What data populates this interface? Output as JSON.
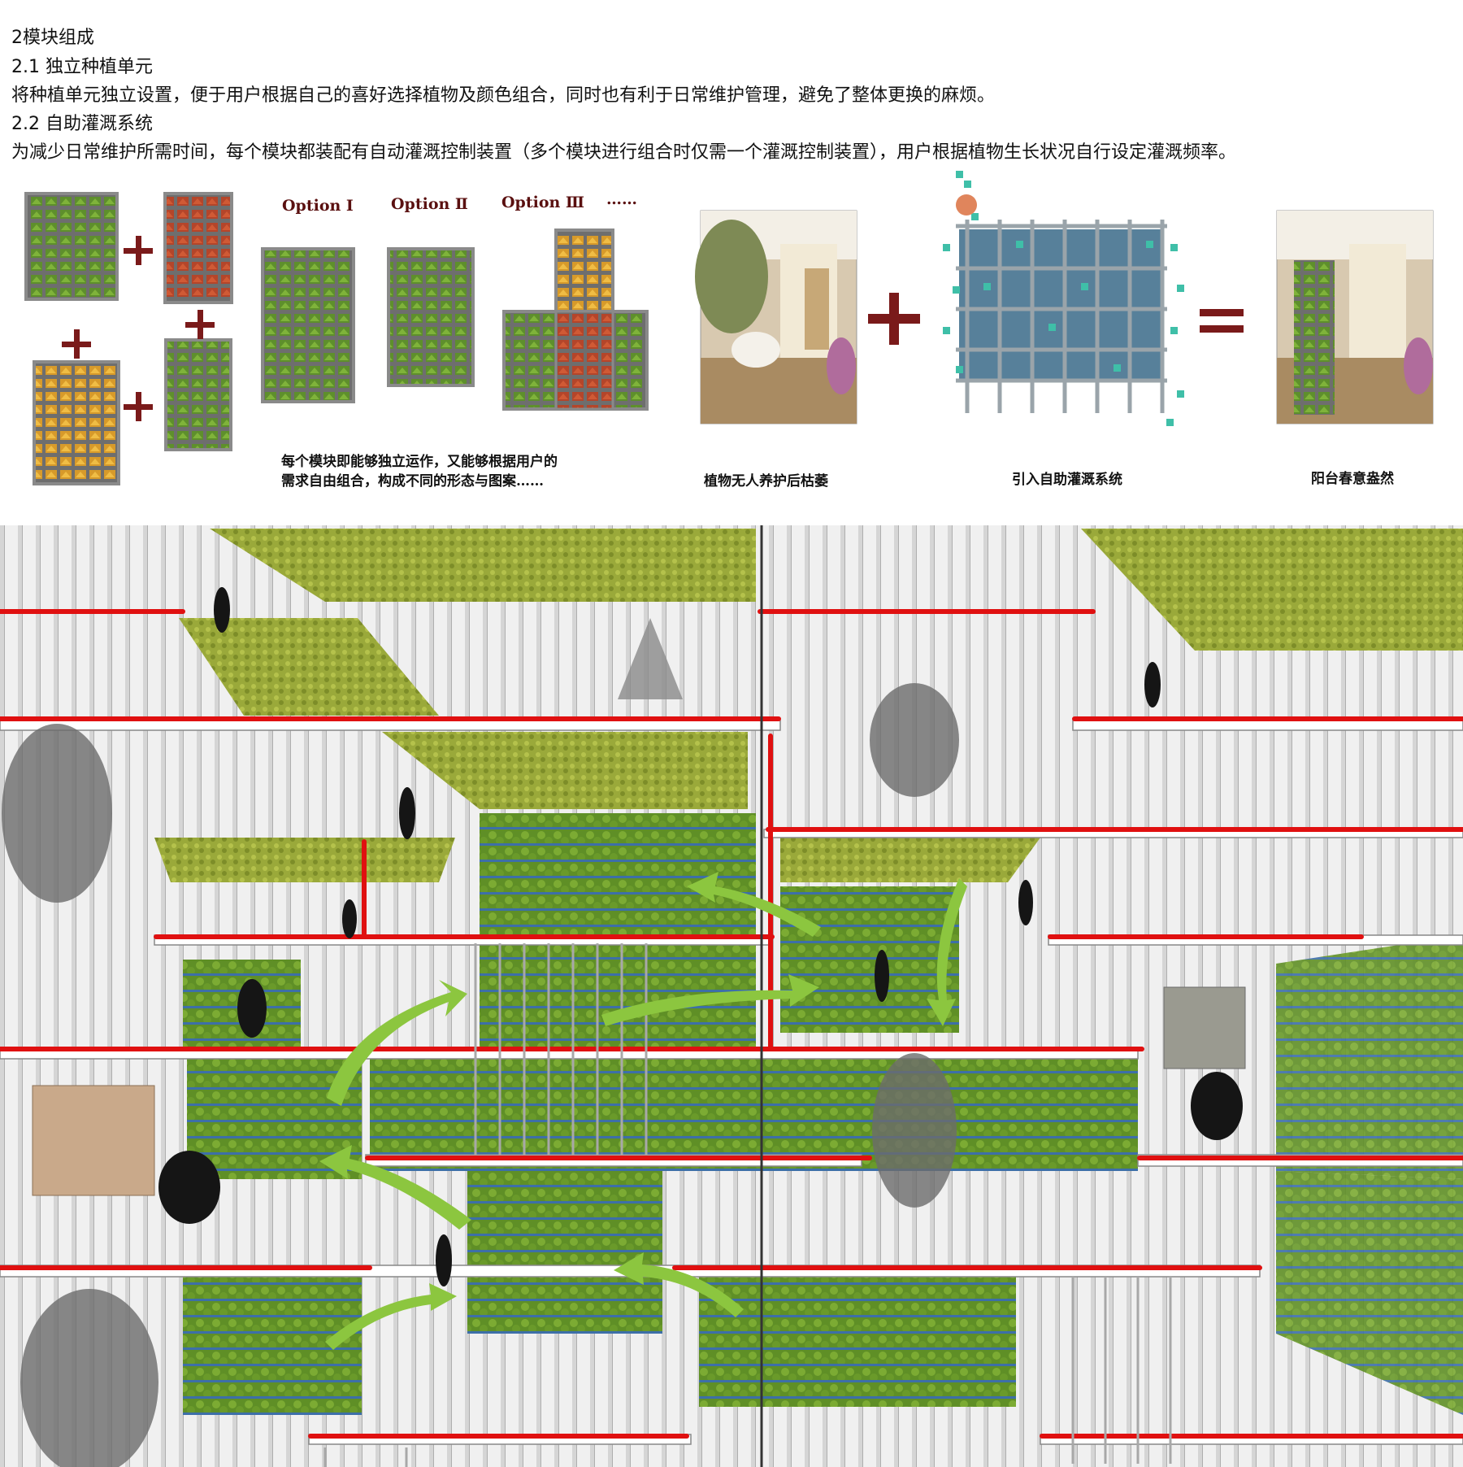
{
  "header": {
    "title": "2模块组成",
    "section1_title": "2.1 独立种植单元",
    "section1_body": "将种植单元独立设置，便于用户根据自己的喜好选择植物及颜色组合，同时也有利于日常维护管理，避免了整体更换的麻烦。",
    "section2_title": "2.2 自助灌溉系统",
    "section2_body": "为减少日常维护所需时间，每个模块都装配有自动灌溉控制装置（多个模块进行组合时仅需一个灌溉控制装置），用户根据植物生长状况自行设定灌溉频率。"
  },
  "modules": {
    "options": [
      "Option Ⅰ",
      "Option Ⅱ",
      "Option Ⅲ",
      "……"
    ],
    "caption_line1": "每个模块即能够独立运作，又能够根据用户的",
    "caption_line2": "需求自由组合，构成不同的形态与图案……",
    "plus": "+",
    "colors": {
      "green": "#5e8f2c",
      "red": "#b4452a",
      "yellow": "#d79a2a",
      "frame": "#8a8a8a"
    }
  },
  "irrigation": {
    "caption_before": "植物无人养护后枯萎",
    "caption_system": "引入自助灌溉系统",
    "caption_after": "阳台春意盎然",
    "plus": "+",
    "equals": "=",
    "colors": {
      "operator": "#7a1a1a",
      "pipe": "#2a5a78",
      "nozzle": "#3fbfa8"
    }
  },
  "section_view": {
    "colors": {
      "handrail": "#e01010",
      "green_wall": "#6b9a2a",
      "arrow": "#8cc63f",
      "structure": "#cfcfcf"
    }
  }
}
